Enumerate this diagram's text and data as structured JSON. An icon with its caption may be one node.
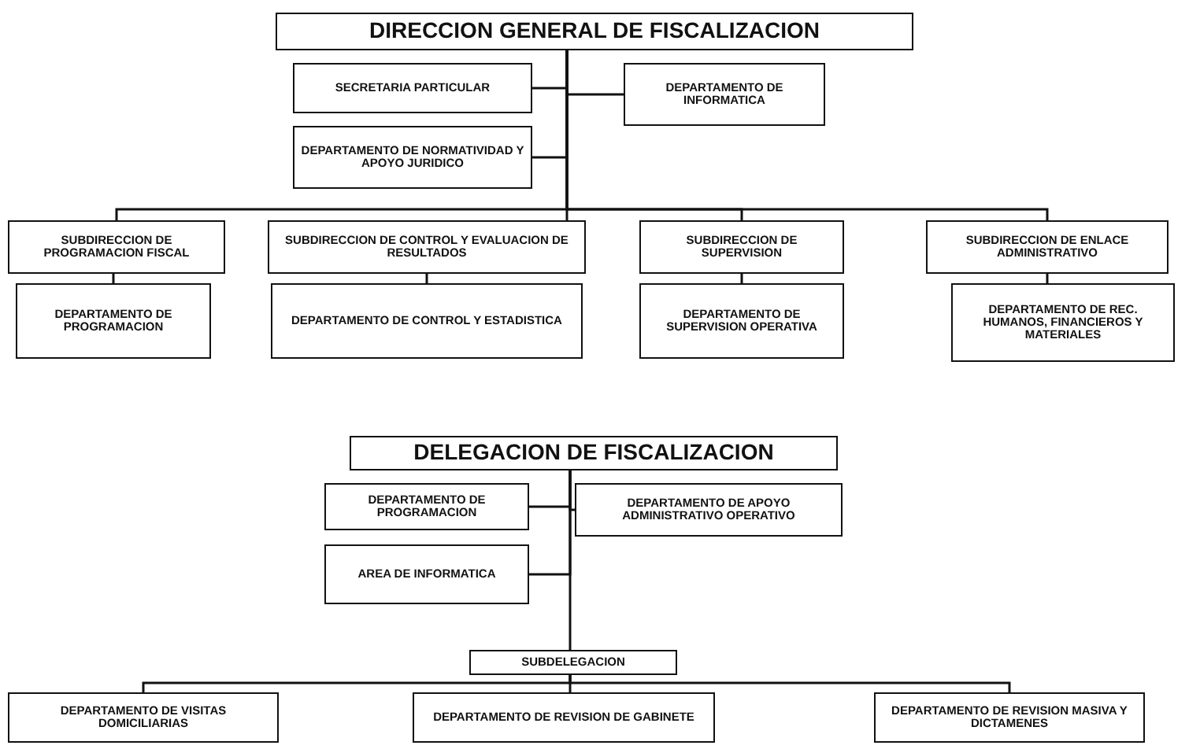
{
  "diagram": {
    "nodes": [
      {
        "text": [
          "DIRECCION GENERAL DE FISCALIZACION"
        ]
      },
      {
        "text": [
          "SECRETARIA PARTICULAR"
        ]
      },
      {
        "text": [
          "DEPARTAMENTO DE INFORMATICA"
        ]
      },
      {
        "text": [
          "DEPARTAMENTO DE NORMATIVIDAD Y APOYO JURIDICO"
        ]
      },
      {
        "text": [
          "SUBDIRECCION DE PROGRAMACION FISCAL"
        ]
      },
      {
        "text": [
          "SUBDIRECCION DE CONTROL Y EVALUACION DE RESULTADOS"
        ]
      },
      {
        "text": [
          "SUBDIRECCION DE SUPERVISION"
        ]
      },
      {
        "text": [
          "SUBDIRECCION DE ENLACE ADMINISTRATIVO"
        ]
      },
      {
        "text": [
          "DEPARTAMENTO DE PROGRAMACION"
        ]
      },
      {
        "text": [
          "DEPARTAMENTO DE CONTROL Y ESTADISTICA"
        ]
      },
      {
        "text": [
          "DEPARTAMENTO DE SUPERVISION OPERATIVA"
        ]
      },
      {
        "text": [
          "DEPARTAMENTO DE REC. HUMANOS, FINANCIEROS Y MATERIALES"
        ]
      },
      {
        "text": [
          "DELEGACION DE FISCALIZACION"
        ]
      },
      {
        "text": [
          "DEPARTAMENTO DE PROGRAMACION"
        ]
      },
      {
        "text": [
          "DEPARTAMENTO DE APOYO ADMINISTRATIVO OPERATIVO"
        ]
      },
      {
        "text": [
          "AREA DE INFORMATICA"
        ]
      },
      {
        "text": [
          "SUBDELEGACION"
        ]
      },
      {
        "text": [
          "DEPARTAMENTO DE VISITAS DOMICILIARIAS"
        ]
      },
      {
        "text": [
          "DEPARTAMENTO DE REVISION DE GABINETE"
        ]
      },
      {
        "text": [
          "DEPARTAMENTO DE REVISION MASIVA Y DICTAMENES"
        ]
      }
    ],
    "edges": [
      {
        "from": 0,
        "to": 1,
        "arrow": "none"
      },
      {
        "from": 0,
        "to": 2,
        "arrow": "none"
      },
      {
        "from": 0,
        "to": 3,
        "arrow": "none"
      },
      {
        "from": 0,
        "to": 4,
        "arrow": "none"
      },
      {
        "from": 0,
        "to": 5,
        "arrow": "none"
      },
      {
        "from": 0,
        "to": 6,
        "arrow": "none"
      },
      {
        "from": 0,
        "to": 7,
        "arrow": "none"
      },
      {
        "from": 4,
        "to": 8,
        "arrow": "none"
      },
      {
        "from": 5,
        "to": 9,
        "arrow": "none"
      },
      {
        "from": 6,
        "to": 10,
        "arrow": "none"
      },
      {
        "from": 7,
        "to": 11,
        "arrow": "none"
      },
      {
        "from": 12,
        "to": 13,
        "arrow": "none"
      },
      {
        "from": 12,
        "to": 14,
        "arrow": "none"
      },
      {
        "from": 12,
        "to": 15,
        "arrow": "none"
      },
      {
        "from": 12,
        "to": 16,
        "arrow": "none"
      },
      {
        "from": 16,
        "to": 17,
        "arrow": "none"
      },
      {
        "from": 16,
        "to": 18,
        "arrow": "none"
      },
      {
        "from": 16,
        "to": 19,
        "arrow": "none"
      }
    ]
  }
}
